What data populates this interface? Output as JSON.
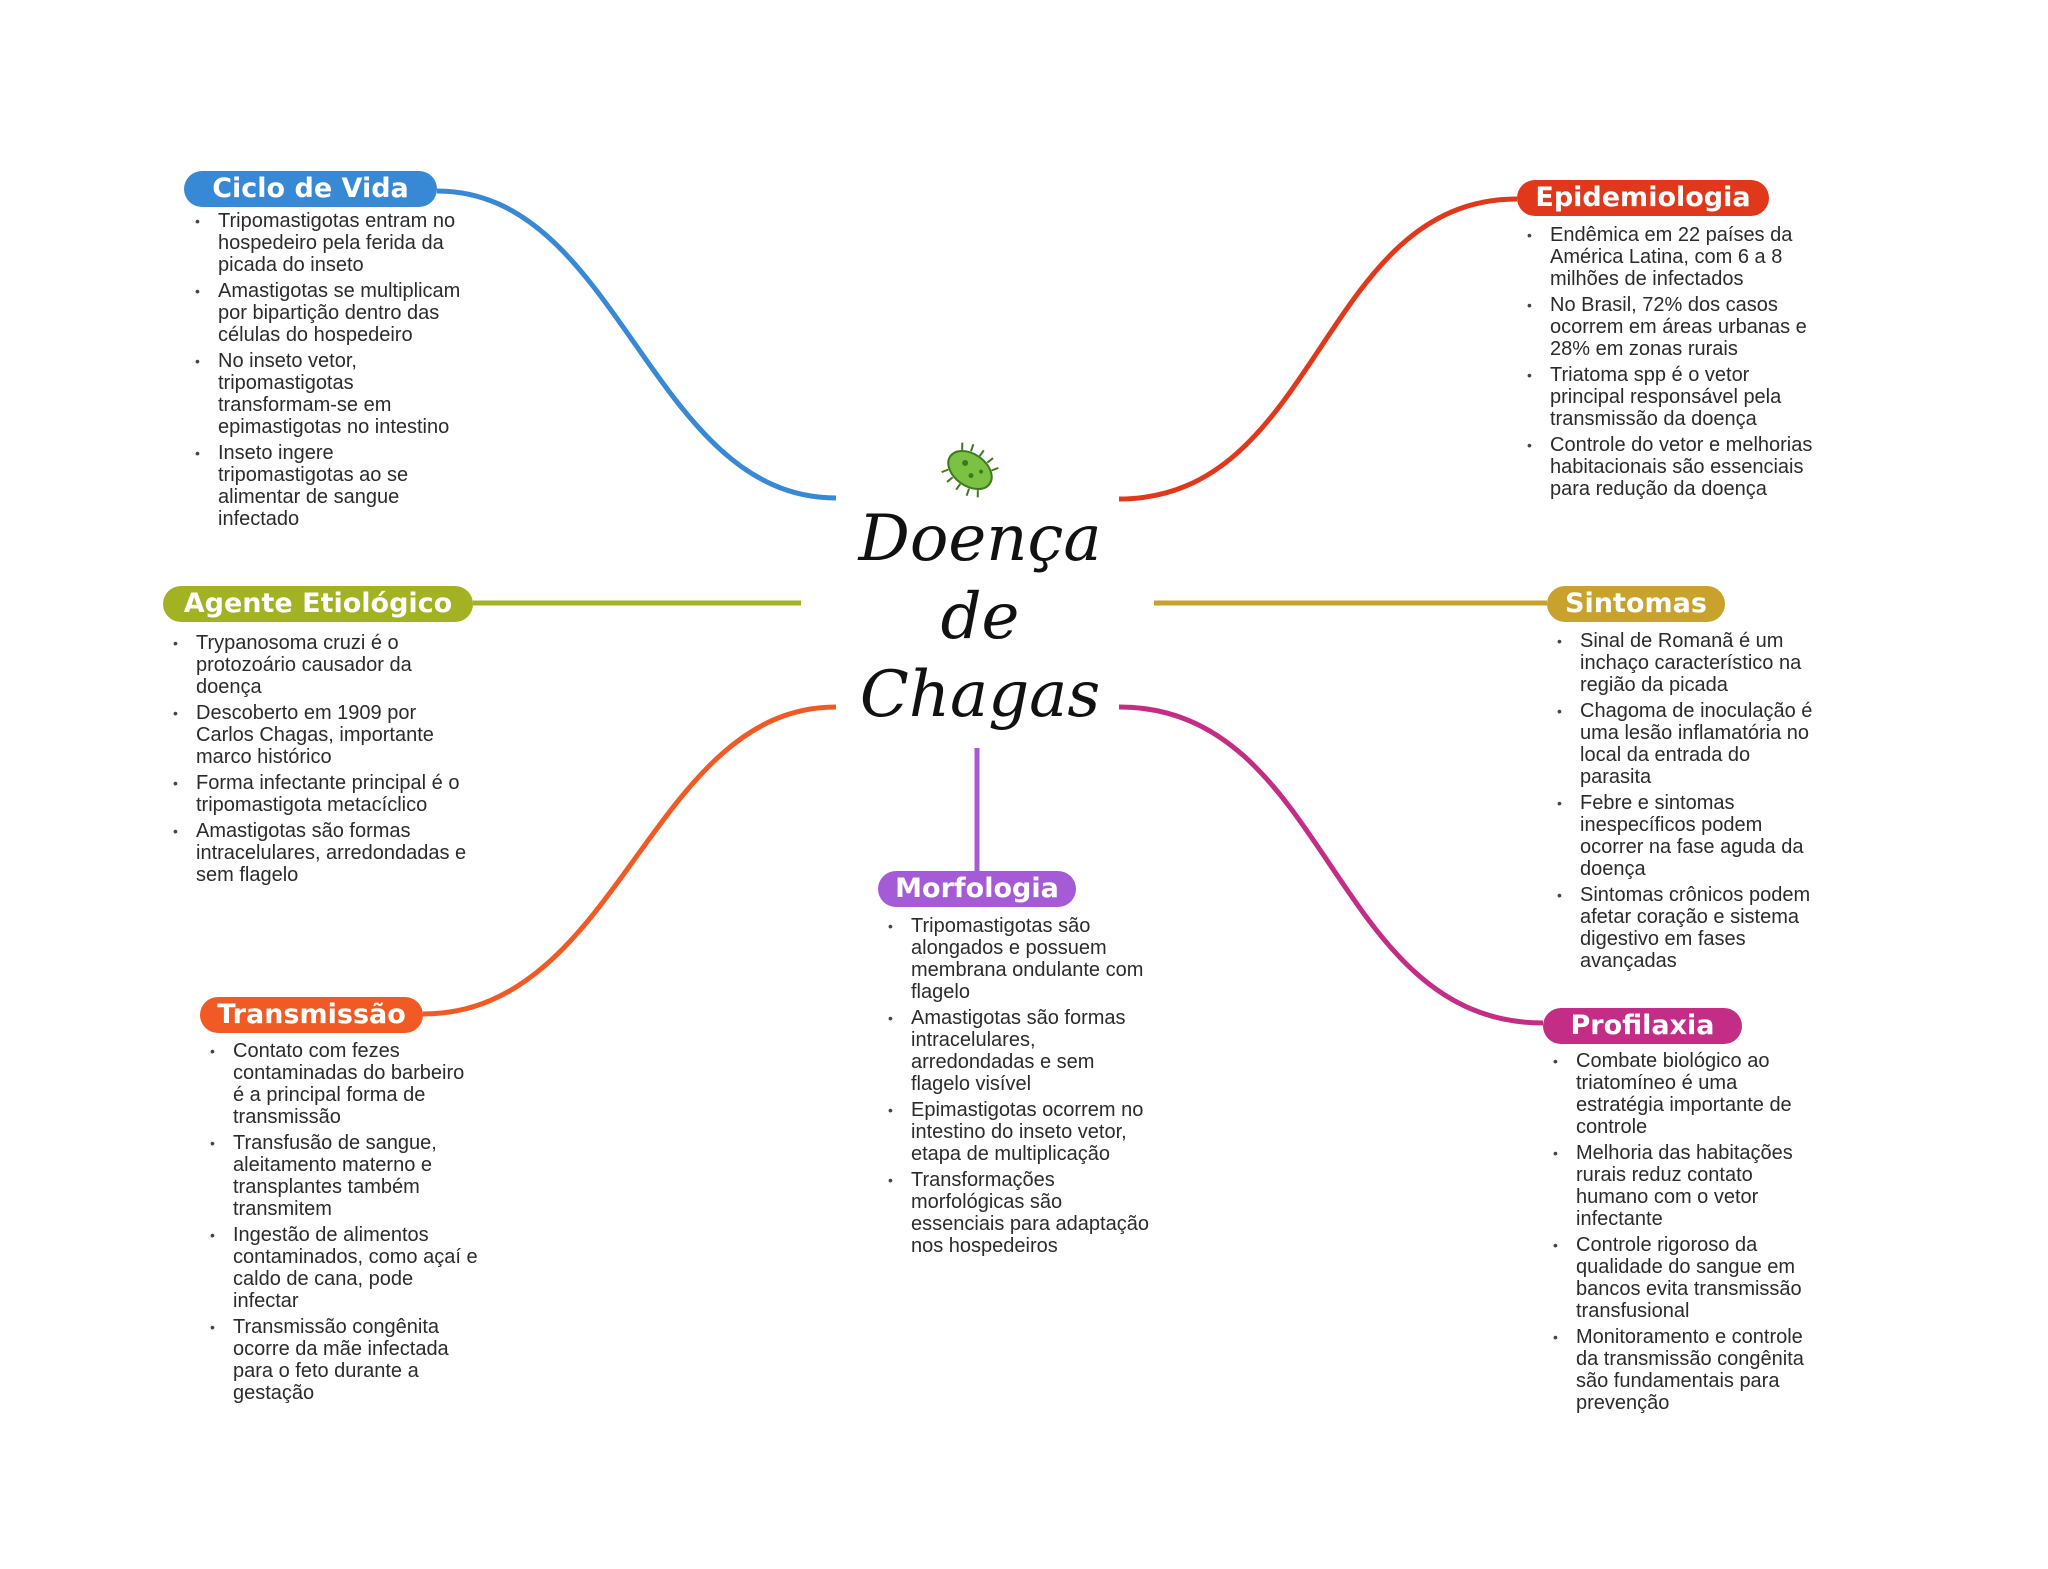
{
  "center": {
    "title_lines": [
      "Doença",
      "de",
      "Chagas"
    ],
    "icon": "microbe-icon"
  },
  "branches": [
    {
      "id": "ciclo",
      "label": "Ciclo de Vida",
      "color": "#3789d6",
      "items": [
        "Tripomastigotas entram no hospedeiro pela ferida da picada do inseto",
        "Amastigotas se multiplicam por bipartição dentro das células do hospedeiro",
        "No inseto vetor, tripomastigotas transformam-se em epimastigotas no intestino",
        "Inseto ingere tripomastigotas ao se alimentar de sangue infectado"
      ]
    },
    {
      "id": "agente",
      "label": "Agente Etiológico",
      "color": "#a2b223",
      "items": [
        "Trypanosoma cruzi é o protozoário causador da doença",
        "Descoberto em 1909 por Carlos Chagas, importante marco histórico",
        "Forma infectante principal é o tripomastigota metacíclico",
        "Amastigotas são formas intracelulares, arredondadas e sem flagelo"
      ]
    },
    {
      "id": "transmissao",
      "label": "Transmissão",
      "color": "#f15a24",
      "items": [
        "Contato com fezes contaminadas do barbeiro é a principal forma de transmissão",
        "Transfusão de sangue, aleitamento materno e transplantes também transmitem",
        "Ingestão de alimentos contaminados, como açaí e caldo de cana, pode infectar",
        "Transmissão congênita ocorre da mãe infectada para o feto durante a gestação"
      ]
    },
    {
      "id": "morfologia",
      "label": "Morfologia",
      "color": "#a65bd6",
      "items": [
        "Tripomastigotas são alongados e possuem membrana ondulante com flagelo",
        "Amastigotas são formas intracelulares, arredondadas e sem flagelo visível",
        "Epimastigotas ocorrem no intestino do inseto vetor, etapa de multiplicação",
        "Transformações morfológicas são essenciais para adaptação nos hospedeiros"
      ]
    },
    {
      "id": "epidemiologia",
      "label": "Epidemiologia",
      "color": "#e1381c",
      "items": [
        "Endêmica em 22 países da América Latina, com 6 a 8 milhões de infectados",
        "No Brasil, 72% dos casos ocorrem em áreas urbanas e 28% em zonas rurais",
        "Triatoma spp é o vetor principal responsável pela transmissão da doença",
        "Controle do vetor e melhorias habitacionais são essenciais para redução da doença"
      ]
    },
    {
      "id": "sintomas",
      "label": "Sintomas",
      "color": "#c9a22d",
      "items": [
        "Sinal de Romanã é um inchaço característico na região da picada",
        "Chagoma de inoculação é uma lesão inflamatória no local da entrada do parasita",
        "Febre e sintomas inespecíficos podem ocorrer na fase aguda da doença",
        "Sintomas crônicos podem afetar coração e sistema digestivo em fases avançadas"
      ]
    },
    {
      "id": "profilaxia",
      "label": "Profilaxia",
      "color": "#c42d86",
      "items": [
        "Combate biológico ao triatomíneo é uma estratégia importante de controle",
        "Melhoria das habitações rurais reduz contato humano com o vetor infectante",
        "Controle rigoroso da qualidade do sangue em bancos evita transmissão transfusional",
        "Monitoramento e controle da transmissão congênita são fundamentais para prevenção"
      ]
    }
  ]
}
